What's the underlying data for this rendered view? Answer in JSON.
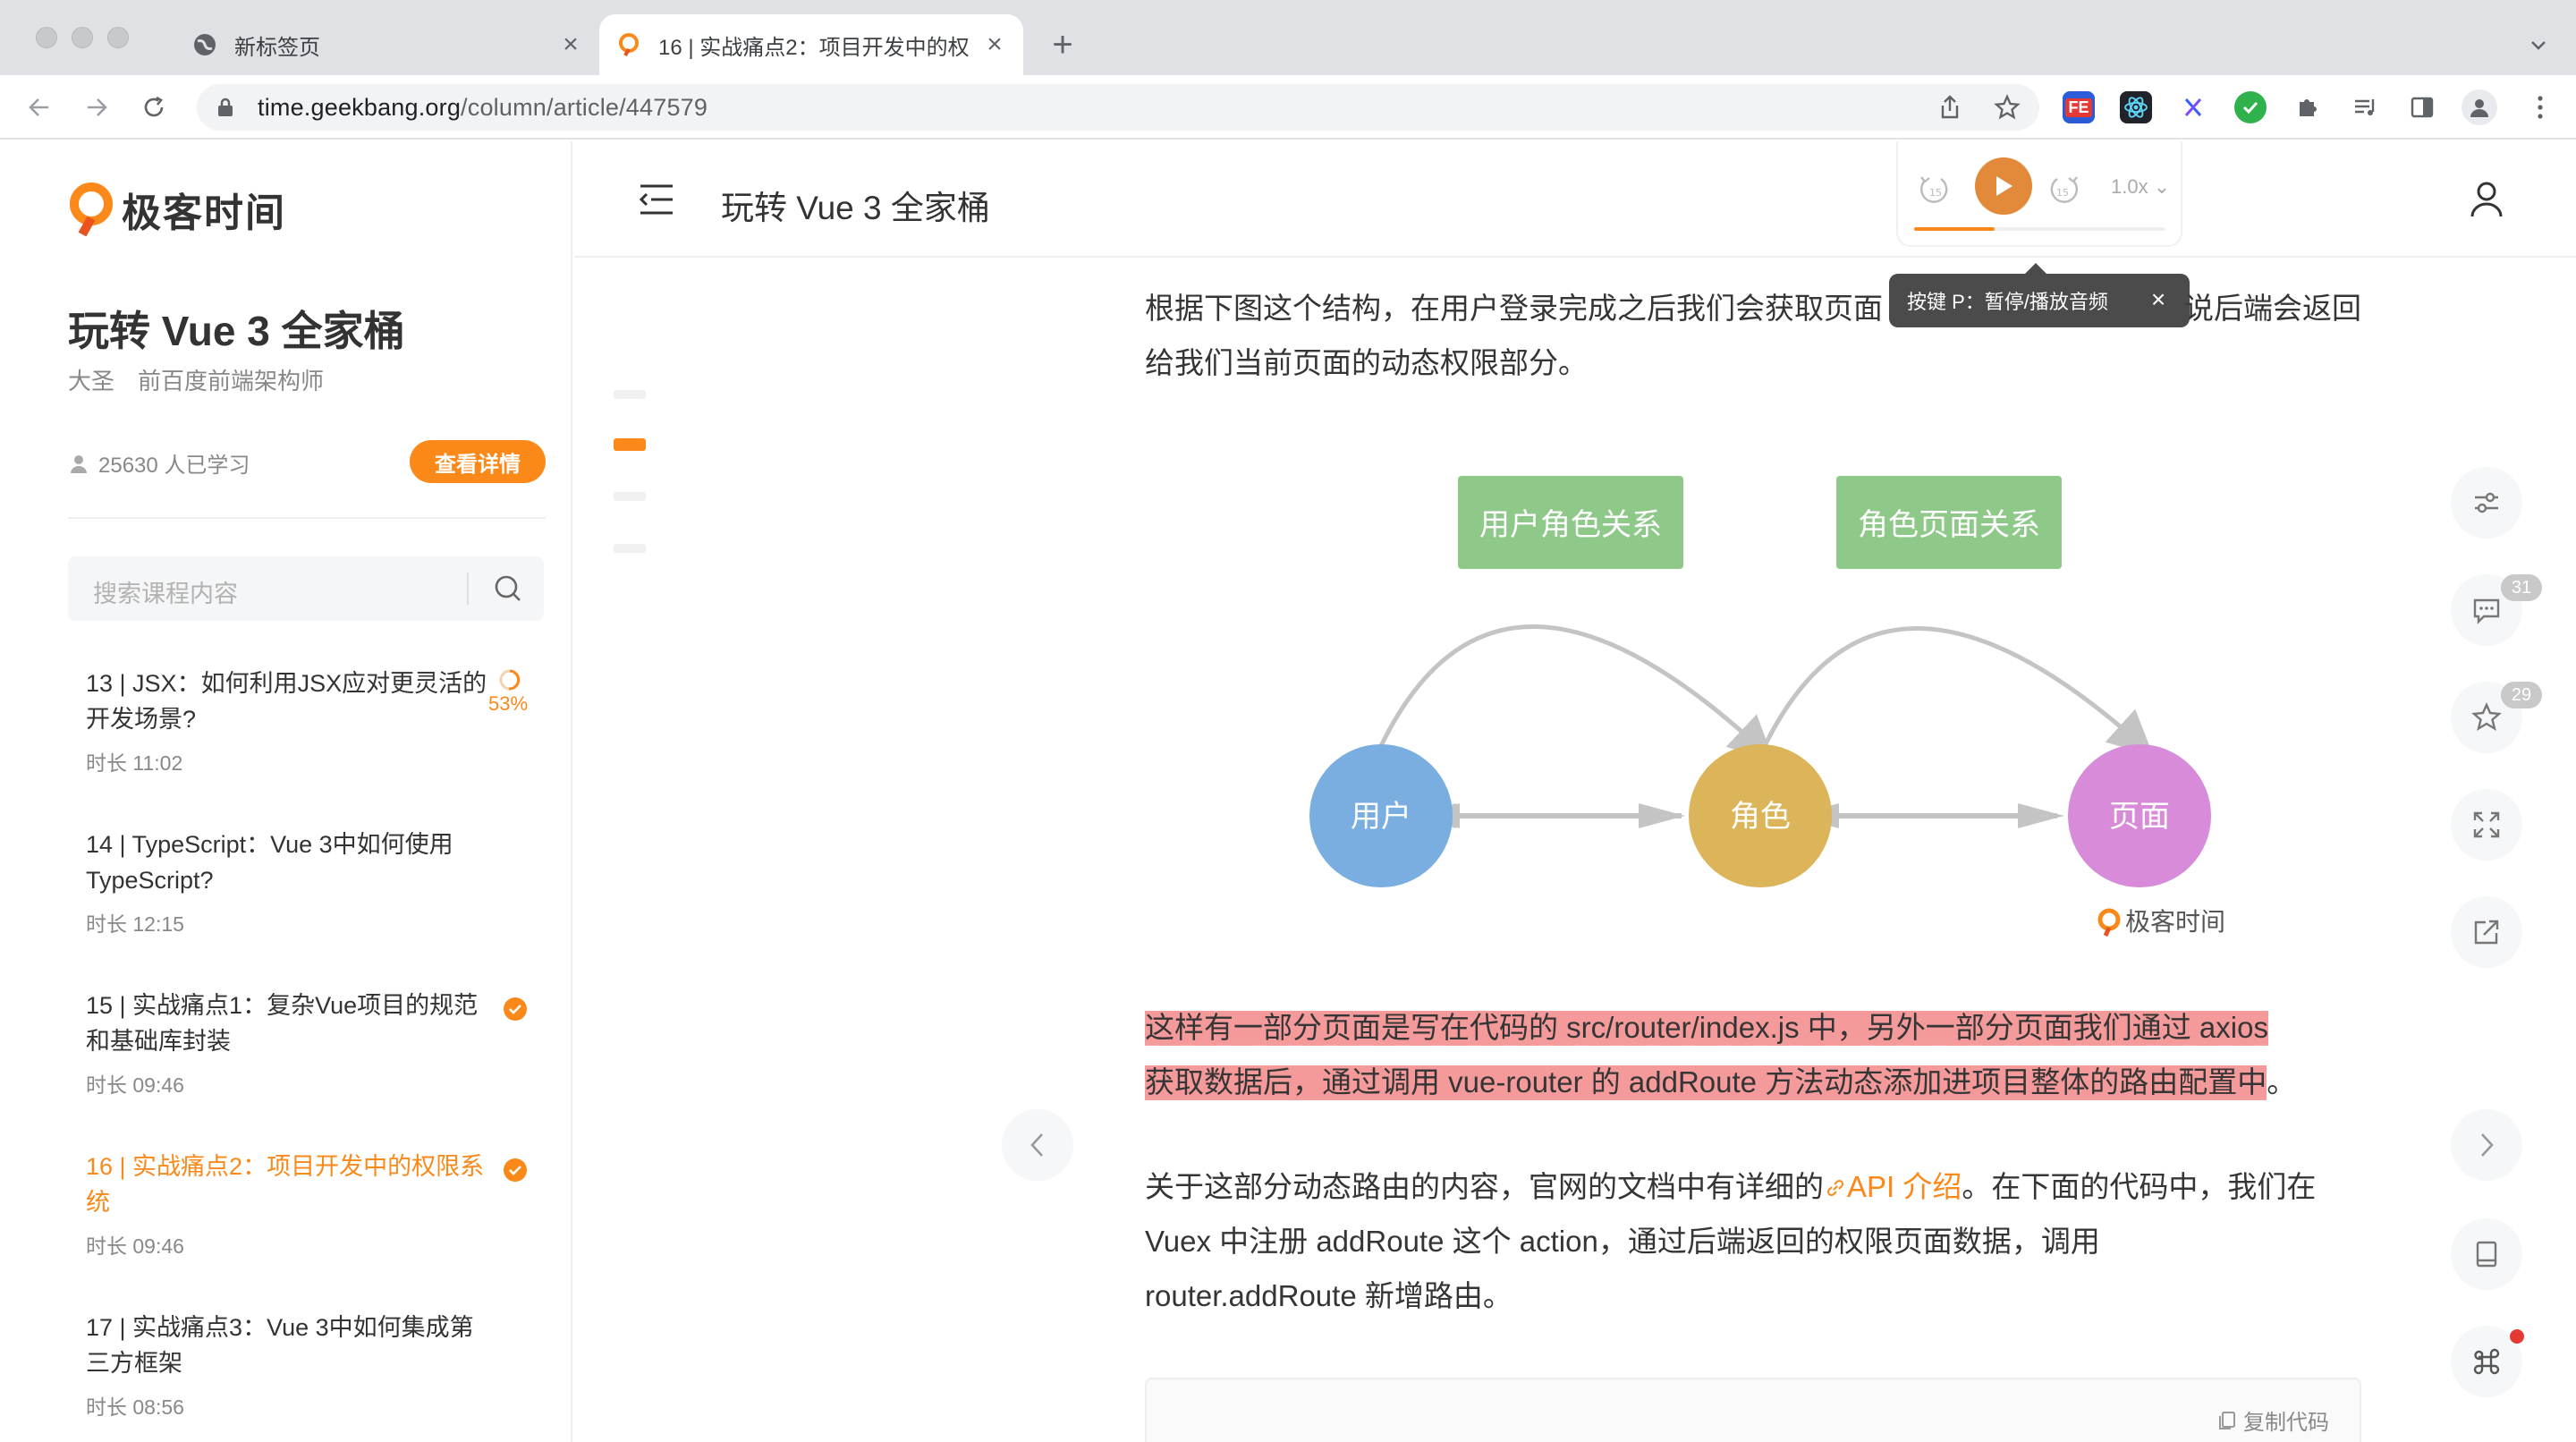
{
  "browser": {
    "tabs": [
      {
        "title": "新标签页",
        "active": false
      },
      {
        "title": "16 | 实战痛点2：项目开发中的权",
        "active": true
      }
    ],
    "url_domain": "time.geekbang.org",
    "url_path": "/column/article/447579"
  },
  "sidebar": {
    "logo_text": "极客时间",
    "course_title": "玩转 Vue 3 全家桶",
    "author": "大圣　前百度前端架构师",
    "learners": "25630 人已学习",
    "detail_button": "查看详情",
    "search_placeholder": "搜索课程内容",
    "lessons": [
      {
        "title": "13 | JSX：如何利用JSX应对更灵活的开发场景?",
        "duration": "时长 11:02",
        "progress": "53%"
      },
      {
        "title": "14 | TypeScript：Vue 3中如何使用TypeScript?",
        "duration": "时长 12:15"
      },
      {
        "title": "15 | 实战痛点1：复杂Vue项目的规范和基础库封装",
        "duration": "时长 09:46"
      },
      {
        "title": "16 | 实战痛点2：项目开发中的权限系统",
        "duration": "时长 09:46"
      },
      {
        "title": "17 | 实战痛点3：Vue 3中如何集成第三方框架",
        "duration": "时长 08:56"
      }
    ]
  },
  "header": {
    "title": "玩转 Vue 3 全家桶"
  },
  "player": {
    "speed": "1.0x",
    "progress": 0.32,
    "tooltip": "按键 P：暂停/播放音频"
  },
  "article": {
    "para1_line1": "根据下图这个结构，在用户登录完成之后我们会获取页面",
    "para1_line1_end": "说后端会返回",
    "para1_line2": "给我们当前页面的动态权限部分。",
    "highlight_line1": "这样有一部分页面是写在代码的 src/router/index.js 中，另外一部分页面我们通过 axios",
    "highlight_line2": "获取数据后，通过调用 vue-router 的 addRoute 方法动态添加进项目整体的路由配置中",
    "highlight_tail": "。",
    "para3_line1_a": "关于这部分动态路由的内容，官网的文档中有详细的",
    "para3_link": "API 介绍",
    "para3_line1_b": "。在下面的代码中，我们在",
    "para3_line2": "Vuex 中注册 addRoute 这个 action，通过后端返回的权限页面数据，调用",
    "para3_line3": "router.addRoute 新增路由。",
    "copy_code": "复制代码"
  },
  "diagram": {
    "box_left": "用户角色关系",
    "box_right": "角色页面关系",
    "node_user": "用户",
    "node_role": "角色",
    "node_page": "页面",
    "watermark": "极客时间",
    "colors": {
      "box": "#8fc98a",
      "user": "#7aaee0",
      "role": "#dcb45a",
      "page": "#d88bd8",
      "arrow": "#c4c4c4"
    }
  },
  "tools": {
    "comments_count": "31",
    "favorites_count": "29"
  },
  "colors": {
    "accent": "#fa8919",
    "highlight": "#f59a9a"
  }
}
